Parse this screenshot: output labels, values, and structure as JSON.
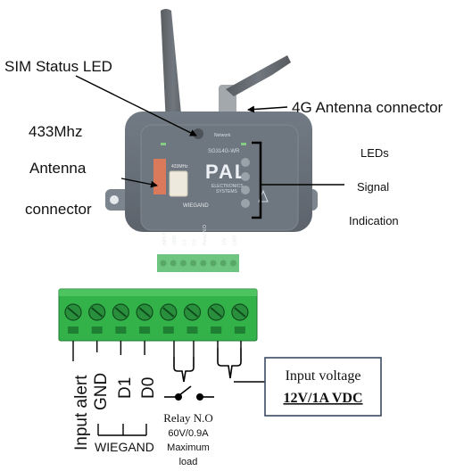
{
  "callouts": {
    "sim_led": "SIM Status LED",
    "freq": "433Mhz",
    "antenna_1": "Antenna",
    "antenna_2": "connector",
    "antenna_4g": "4G Antenna connector",
    "leds": "LEDs",
    "signal": "Signal",
    "indication": "Indication"
  },
  "device": {
    "network": "Network",
    "model": "SG314G-WR",
    "brand": "PAL",
    "brand_sub_1": "ELECTRONICS",
    "brand_sub_2": "SYSTEMS",
    "wiegand": "WIEGAND",
    "pin_labels": [
      "INPUT",
      "GND",
      "D1",
      "D0",
      "Relay N.O",
      "",
      "12V",
      "GND"
    ],
    "chip": "433MHz"
  },
  "terminals": {
    "labels": [
      "Input alert",
      "GND",
      "D1",
      "D0"
    ],
    "wiegand": "WIEGAND",
    "relay": [
      "Relay N.O",
      "60V/0.9A",
      "Maximum",
      "load"
    ],
    "voltage_title": "Input voltage",
    "voltage_value": "12V/1A VDC"
  },
  "colors": {
    "terminal_green": "#33b24a",
    "device_body": "#3b4653"
  }
}
